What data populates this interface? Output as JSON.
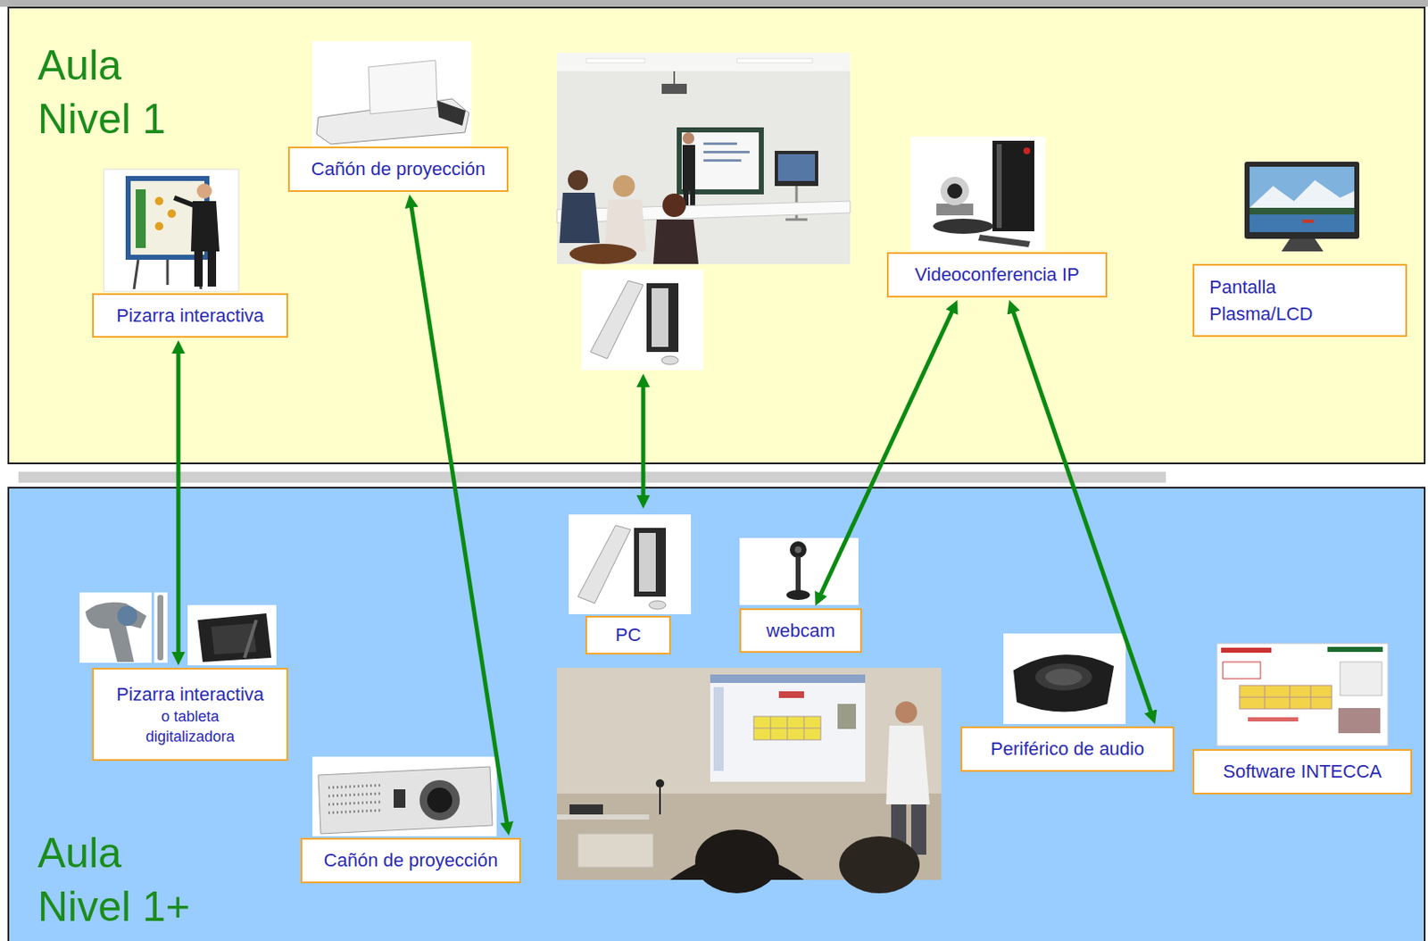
{
  "diagram": {
    "nodes": [
      {
        "text": [
          "Aula Nivel 1"
        ]
      },
      {
        "text": [
          "Pizarra interactiva"
        ],
        "in": 0
      },
      {
        "text": [
          "Cañón de proyección"
        ],
        "in": 0
      },
      {
        "text": [
          "Videoconferencia IP"
        ],
        "in": 0
      },
      {
        "text": [
          "Pantalla Plasma/LCD"
        ],
        "in": 0
      },
      {
        "text": [
          "Aula Nivel 1+"
        ]
      },
      {
        "text": [
          "Pizarra interactiva",
          "o tableta digitalizadora"
        ],
        "in": 5
      },
      {
        "text": [
          "PC"
        ],
        "in": 5
      },
      {
        "text": [
          "webcam"
        ],
        "in": 5
      },
      {
        "text": [
          "Periférico de audio"
        ],
        "in": 5
      },
      {
        "text": [
          "Software INTECCA"
        ],
        "in": 5
      },
      {
        "text": [
          "Cañón de proyección"
        ],
        "in": 5
      }
    ],
    "edges": [
      {
        "from": 1,
        "to": 6,
        "arrow": "both"
      },
      {
        "from": 2,
        "to": 11,
        "arrow": "both"
      },
      {
        "from": 3,
        "to": 8,
        "arrow": "both"
      },
      {
        "from": 3,
        "to": 9,
        "arrow": "both"
      }
    ]
  }
}
